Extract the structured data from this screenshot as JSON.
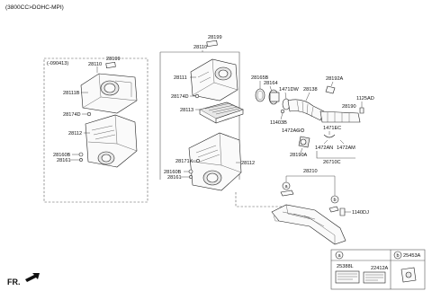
{
  "header": {
    "engine_spec": "(3800CC>DOHC-MPI)",
    "variant_note": "(-090413)"
  },
  "direction": {
    "label": "FR."
  },
  "callouts": {
    "a": "a",
    "b": "b"
  },
  "legend": {
    "a_part": "25388L",
    "a_part_2": "22412A",
    "b_part": "25453A"
  },
  "part_labels": {
    "p28110_left": "28110",
    "p28199_left": "28199",
    "p28111B": "28111B",
    "p28174D_left": "28174D",
    "p28112_left": "28112",
    "p28160B_left": "28160B",
    "p28161_left": "28161",
    "p28199": "28199",
    "p28110": "28110",
    "p28111": "28111",
    "p28174D": "28174D",
    "p28113": "28113",
    "p28171K": "28171K",
    "p28112": "28112",
    "p28160B": "28160B",
    "p28161": "28161",
    "p28165B": "28165B",
    "p28164": "28164",
    "p1471DW": "1471DW",
    "p28138": "28138",
    "p28192A": "28192A",
    "p1125AD": "1125AD",
    "p28190": "28190",
    "p11403B": "11403B",
    "p1472AG": "1472AG",
    "p1471EC": "1471EC",
    "p1472AN": "1472AN",
    "p1472AM": "1472AM",
    "p28190A": "28190A",
    "p26710C": "26710C",
    "p28210": "28210",
    "p1140DJ": "1140DJ"
  }
}
